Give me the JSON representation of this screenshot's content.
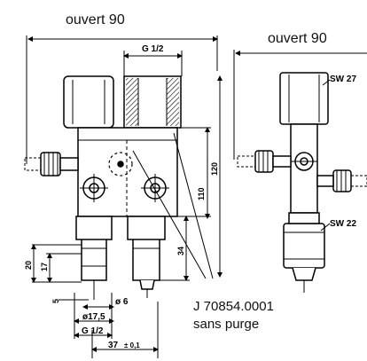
{
  "drawing": {
    "left_view": {
      "opening_label": "ouvert 90",
      "top_thread": "G 1/2",
      "dim_120": "120",
      "dim_110": "110",
      "dim_34": "34",
      "dim_20": "20",
      "dim_17": "17",
      "dim_5": "5",
      "dia_6": "ø 6",
      "dia_17_5": "ø17,5",
      "bottom_thread": "G 1/2",
      "width_37": "37",
      "tolerance": "± 0,1"
    },
    "right_view": {
      "opening_label": "ouvert 90",
      "sw_top": "SW 27",
      "sw_bottom": "SW 22"
    },
    "part_reference": "J 70854.0001",
    "part_note": "sans purge"
  }
}
